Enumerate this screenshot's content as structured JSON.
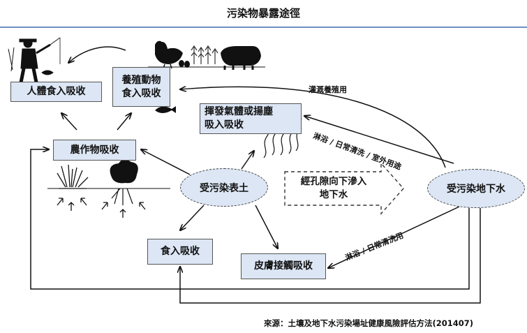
{
  "title": "污染物暴露途徑",
  "nodes": {
    "human": "人體食入吸收",
    "livestock": "養殖動物\n食入吸收",
    "volatile": "揮發氣體或揚塵\n吸入吸收",
    "crop": "農作物吸收",
    "soil": "受污染表土",
    "infiltration": "經孔隙向下滲入\n地下水",
    "groundwater": "受污染地下水",
    "ingestion": "食入吸收",
    "dermal": "皮膚接觸吸收"
  },
  "edge_labels": {
    "irrigation": "灌溉養殖用",
    "shower_long": "淋浴 / 日常清洗 / 室外用途",
    "shower_short": "淋浴 / 日常清洗用"
  },
  "icons": [
    "fisherman-icon",
    "chicken-icon",
    "eggs-icon",
    "trees-icon",
    "pig-icon",
    "fish-icon",
    "grass-icon",
    "cabbage-icon",
    "vapor-icon"
  ],
  "source": "來源：土壤及地下水污染場址健康風險評估方法(201407)",
  "colors": {
    "box_fill": "#dce6f4",
    "rule": "#6c8fc5"
  }
}
